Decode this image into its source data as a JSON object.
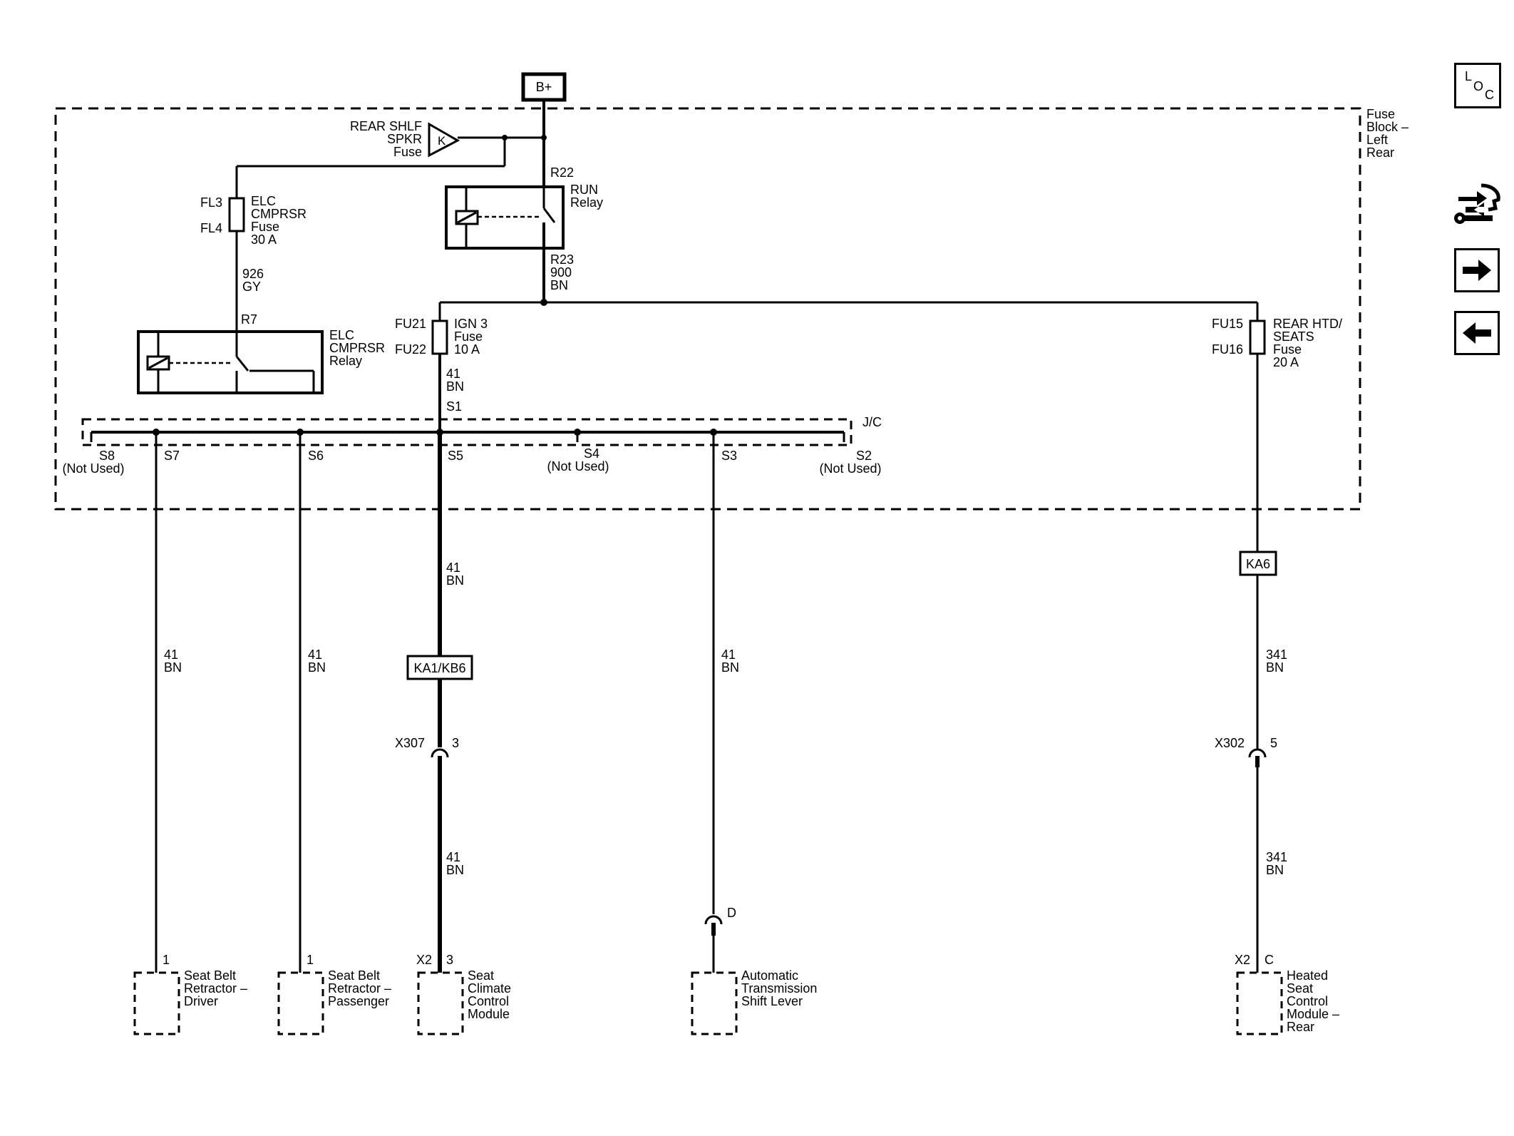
{
  "power": {
    "source": "B+"
  },
  "fuse_block": {
    "name_lines": [
      "Fuse",
      "Block –",
      "Left",
      "Rear"
    ],
    "jc_label": "J/C"
  },
  "rear_shlf_fuse": {
    "lines": [
      "REAR SHLF",
      "SPKR",
      "Fuse"
    ],
    "terminal": "K"
  },
  "elc_fuse": {
    "top_pin": "FL3",
    "bottom_pin": "FL4",
    "lines": [
      "ELC",
      "CMPRSR",
      "Fuse",
      "30 A"
    ]
  },
  "wire_926": {
    "circuit": "926",
    "color": "GY"
  },
  "run_relay": {
    "pin_in": "R22",
    "pin_out": "R23",
    "lines": [
      "RUN",
      "Relay"
    ]
  },
  "wire_900": {
    "circuit": "900",
    "color": "BN"
  },
  "elc_relay": {
    "pin": "R7",
    "lines": [
      "ELC",
      "CMPRSR",
      "Relay"
    ]
  },
  "ign3_fuse": {
    "top_pin": "FU21",
    "bottom_pin": "FU22",
    "lines": [
      "IGN 3",
      "Fuse",
      "10 A"
    ]
  },
  "rear_htd_fuse": {
    "top_pin": "FU15",
    "bottom_pin": "FU16",
    "lines": [
      "REAR HTD/",
      "SEATS",
      "Fuse",
      "20 A"
    ]
  },
  "splice": {
    "input": "S1",
    "s8": "S8",
    "s7": "S7",
    "s6": "S6",
    "s5": "S5",
    "s4": "S4",
    "s3": "S3",
    "s2": "S2",
    "not_used": "(Not Used)"
  },
  "wires": {
    "s5_upper": {
      "circuit": "41",
      "color": "BN"
    },
    "s1_feed": {
      "circuit": "41",
      "color": "BN"
    },
    "s7": {
      "circuit": "41",
      "color": "BN"
    },
    "s6": {
      "circuit": "41",
      "color": "BN"
    },
    "s3": {
      "circuit": "41",
      "color": "BN"
    },
    "s5_lower": {
      "circuit": "41",
      "color": "BN"
    },
    "heated_upper": {
      "circuit": "341",
      "color": "BN"
    },
    "heated_lower": {
      "circuit": "341",
      "color": "BN"
    }
  },
  "connectors": {
    "ka1_kb6": "KA1/KB6",
    "ka6": "KA6",
    "x307": {
      "name": "X307",
      "pin": "3"
    },
    "x302": {
      "name": "X302",
      "pin": "5"
    },
    "shift_pin": "D"
  },
  "components": {
    "seat_belt_driver": {
      "pin": "1",
      "lines": [
        "Seat Belt",
        "Retractor –",
        "Driver"
      ]
    },
    "seat_belt_passenger": {
      "pin": "1",
      "lines": [
        "Seat Belt",
        "Retractor –",
        "Passenger"
      ]
    },
    "seat_climate": {
      "conn": "X2",
      "pin": "3",
      "lines": [
        "Seat",
        "Climate",
        "Control",
        "Module"
      ]
    },
    "shift_lever": {
      "lines": [
        "Automatic",
        "Transmission",
        "Shift Lever"
      ]
    },
    "heated_seat": {
      "conn": "X2",
      "pin": "C",
      "lines": [
        "Heated",
        "Seat",
        "Control",
        "Module –",
        "Rear"
      ]
    }
  },
  "nav": {
    "loc_letters": [
      "L",
      "O",
      "C"
    ],
    "icons": [
      "tools-icon",
      "next-arrow-icon",
      "previous-arrow-icon"
    ]
  }
}
